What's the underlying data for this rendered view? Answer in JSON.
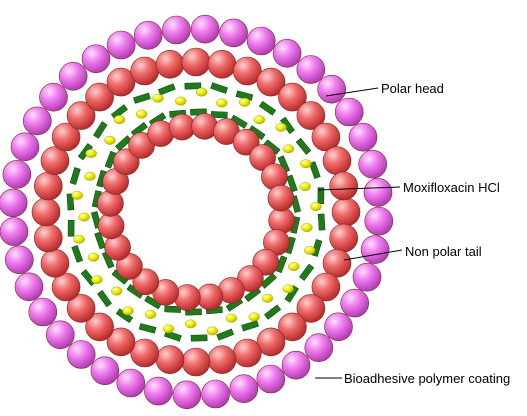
{
  "labels": {
    "polar_head": "Polar head",
    "drug": "Moxifloxacin HCl",
    "tail": "Non polar tail",
    "coating": "Bioadhesive polymer coating"
  },
  "colors": {
    "polar_head": "#f06a6a",
    "coating": "#ef7cef",
    "tail": "#1f7a1a",
    "drug": "#f2f200",
    "leader_line": "#000000"
  }
}
